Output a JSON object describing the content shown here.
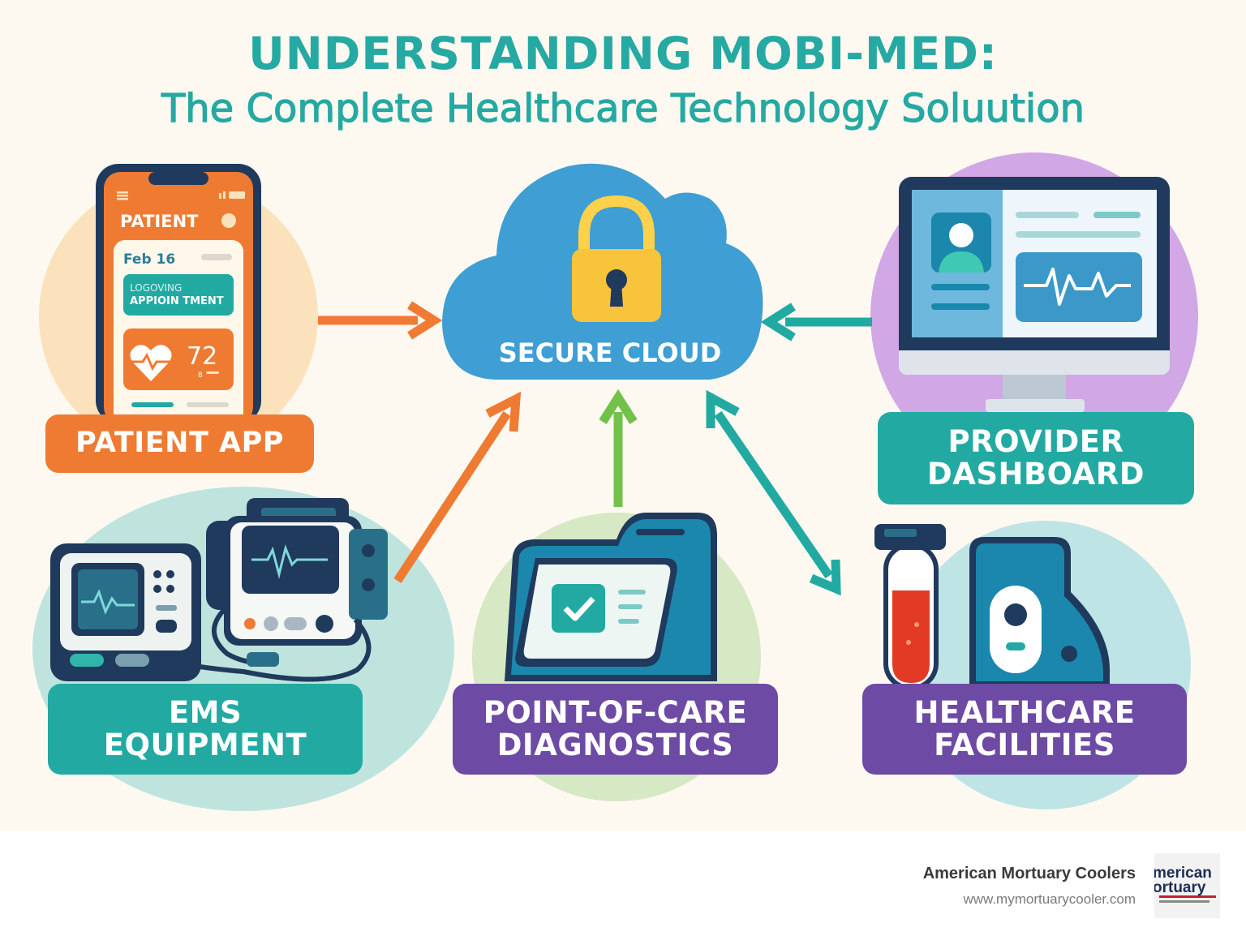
{
  "title": {
    "line1": "UNDERSTANDING MOBI-MED:",
    "line2": "The Complete Healthcare Technology Soluution"
  },
  "hub": {
    "label": "SECURE CLOUD"
  },
  "nodes": {
    "patient_app": {
      "label": "PATIENT APP",
      "screen_title": "PATIENT",
      "date": "Feb 16",
      "appointment_line1": "LOGOVING",
      "appointment_line2": "APPIOIN TMENT",
      "heart_rate": "72",
      "heart_rate_sub": "8"
    },
    "provider_dashboard": {
      "label_line1": "PROVIDER",
      "label_line2": "DASHBOARD"
    },
    "ems_equipment": {
      "label_line1": "EMS",
      "label_line2": "EQUIPMENT"
    },
    "point_of_care": {
      "label_line1": "POINT-OF-CARE",
      "label_line2": "DIAGNOSTICS"
    },
    "healthcare_facilities": {
      "label_line1": "HEALTHCARE",
      "label_line2": "FACILITIES"
    }
  },
  "footer": {
    "company": "American Mortuary Coolers",
    "url": "www.mymortuarycooler.com",
    "logo_line1": "merican",
    "logo_line2": "ortuary"
  },
  "colors": {
    "teal": "#22aaa2",
    "orange": "#ef7b33",
    "purple": "#6d4aa4",
    "green": "#72c14a",
    "cloud_blue": "#3f9ed3",
    "navy": "#1f3a5c"
  }
}
